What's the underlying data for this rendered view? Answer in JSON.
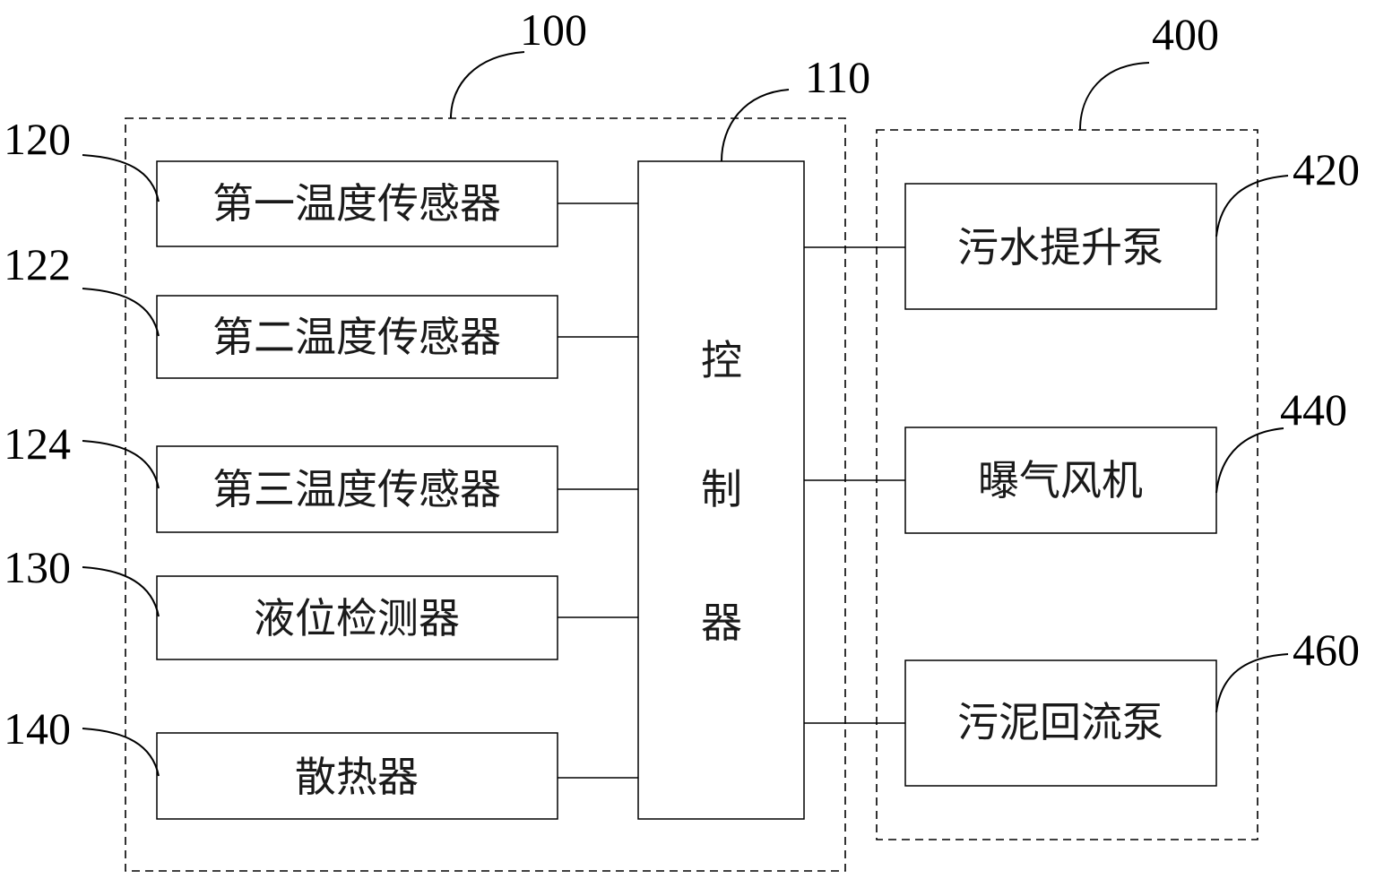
{
  "system_100": {
    "ref": "100",
    "controller": {
      "ref": "110",
      "label_chars": [
        "控",
        "制",
        "器"
      ]
    },
    "sensor_1": {
      "ref": "120",
      "label": "第一温度传感器"
    },
    "sensor_2": {
      "ref": "122",
      "label": "第二温度传感器"
    },
    "sensor_3": {
      "ref": "124",
      "label": "第三温度传感器"
    },
    "level_detector": {
      "ref": "130",
      "label": "液位检测器"
    },
    "radiator": {
      "ref": "140",
      "label": "散热器"
    }
  },
  "system_400": {
    "ref": "400",
    "sewage_lift_pump": {
      "ref": "420",
      "label": "污水提升泵"
    },
    "aeration_blower": {
      "ref": "440",
      "label": "曝气风机"
    },
    "sludge_return_pump": {
      "ref": "460",
      "label": "污泥回流泵"
    }
  }
}
